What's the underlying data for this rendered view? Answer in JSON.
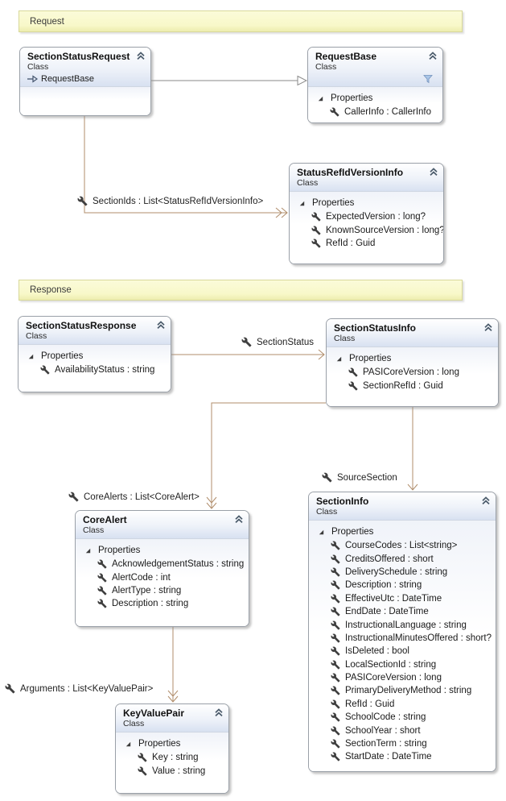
{
  "colors": {
    "canvas_bg": "#ffffff",
    "banner_bg": "#f9f9cc",
    "banner_border": "#d8d89a",
    "association_line": "#b08d6b",
    "inheritance_line": "#8a8a8a",
    "box_border": "#9aa0a8",
    "header_tint": "#d8e1f1",
    "filter_icon_fill": "#aac6e8",
    "icon_gray": "#3f3f3f"
  },
  "banners": {
    "request": {
      "label": "Request"
    },
    "response": {
      "label": "Response"
    }
  },
  "classes": {
    "sectionStatusRequest": {
      "title": "SectionStatusRequest",
      "kind": "Class",
      "inherits": "RequestBase"
    },
    "requestBase": {
      "title": "RequestBase",
      "kind": "Class",
      "properties_label": "Properties",
      "properties": [
        "CallerInfo : CallerInfo"
      ]
    },
    "statusRefIdVersionInfo": {
      "title": "StatusRefIdVersionInfo",
      "kind": "Class",
      "properties_label": "Properties",
      "properties": [
        "ExpectedVersion : long?",
        "KnownSourceVersion : long?",
        "RefId : Guid"
      ]
    },
    "sectionStatusResponse": {
      "title": "SectionStatusResponse",
      "kind": "Class",
      "properties_label": "Properties",
      "properties": [
        "AvailabilityStatus : string"
      ]
    },
    "sectionStatusInfo": {
      "title": "SectionStatusInfo",
      "kind": "Class",
      "properties_label": "Properties",
      "properties": [
        "PASICoreVersion : long",
        "SectionRefId : Guid"
      ]
    },
    "coreAlert": {
      "title": "CoreAlert",
      "kind": "Class",
      "properties_label": "Properties",
      "properties": [
        "AcknowledgementStatus : string",
        "AlertCode : int",
        "AlertType : string",
        "Description : string"
      ]
    },
    "sectionInfo": {
      "title": "SectionInfo",
      "kind": "Class",
      "properties_label": "Properties",
      "properties": [
        "CourseCodes : List<string>",
        "CreditsOffered : short",
        "DeliverySchedule : string",
        "Description : string",
        "EffectiveUtc : DateTime",
        "EndDate : DateTime",
        "InstructionalLanguage : string",
        "InstructionalMinutesOffered : short?",
        "IsDeleted : bool",
        "LocalSectionId : string",
        "PASICoreVersion : long",
        "PrimaryDeliveryMethod : string",
        "RefId : Guid",
        "SchoolCode : string",
        "SchoolYear : short",
        "SectionTerm : string",
        "StartDate : DateTime"
      ]
    },
    "keyValuePair": {
      "title": "KeyValuePair",
      "kind": "Class",
      "properties_label": "Properties",
      "properties": [
        "Key : string",
        "Value : string"
      ]
    }
  },
  "associations": {
    "sectionIds": {
      "label": "SectionIds : List<StatusRefIdVersionInfo>"
    },
    "sectionStatus": {
      "label": "SectionStatus"
    },
    "coreAlerts": {
      "label": "CoreAlerts : List<CoreAlert>"
    },
    "sourceSection": {
      "label": "SourceSection"
    },
    "arguments": {
      "label": "Arguments : List<KeyValuePair>"
    }
  }
}
